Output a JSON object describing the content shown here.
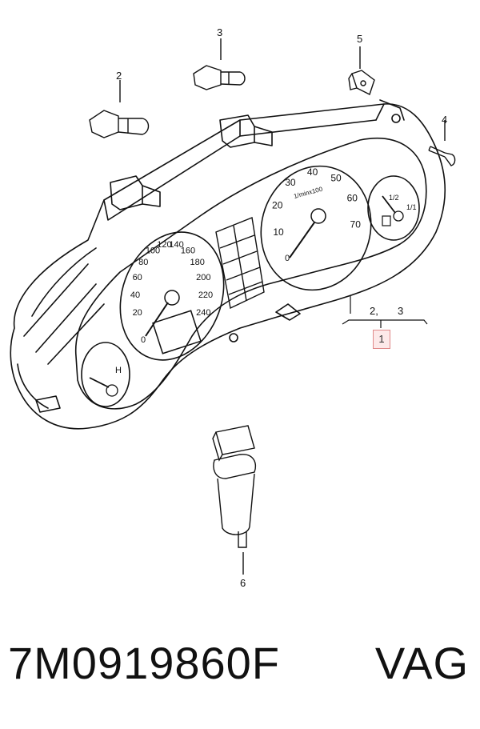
{
  "callouts": {
    "c1": "1",
    "c2": "2",
    "c3": "3",
    "c4": "4",
    "c5": "5",
    "c6": "6",
    "c_group_2": "2,",
    "c_group_3": "3"
  },
  "gauges": {
    "speedo": [
      "20",
      "40",
      "60",
      "80",
      "100",
      "120",
      "140",
      "160",
      "180",
      "200",
      "220",
      "240"
    ],
    "speedo_zero": "0",
    "tacho": [
      "10",
      "20",
      "30",
      "40",
      "50",
      "60",
      "70"
    ],
    "tacho_zero": "0",
    "tacho_unit": "1/minx100",
    "fuel": [
      "1/2",
      "1/1"
    ],
    "temp_h": "H"
  },
  "footer": {
    "part_number": "7M0919860F",
    "brand": "VAG"
  },
  "colors": {
    "callout_box_bg": "#fde9e9",
    "callout_box_border": "#e08a8a",
    "line": "#111111"
  }
}
